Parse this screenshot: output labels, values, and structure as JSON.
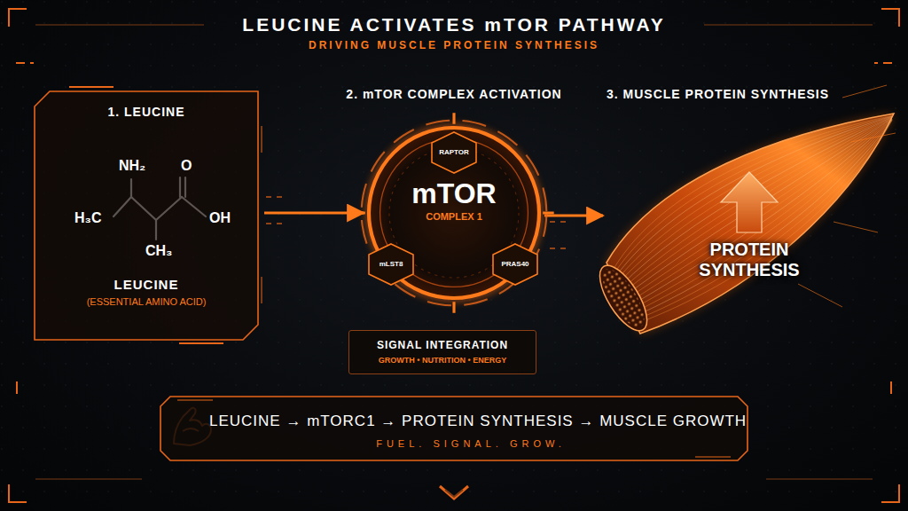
{
  "diagram": {
    "title": "LEUCINE ACTIVATES mTOR PATHWAY",
    "nodes": [
      {
        "text": [
          "1. LEUCINE",
          "LEUCINE",
          "(ESSENTIAL AMINO ACID)"
        ]
      },
      {
        "text": [
          "2. mTOR COMPLEX ACTIVATION",
          "mTOR",
          "COMPLEX 1"
        ]
      },
      {
        "text": [
          "RAPTOR"
        ],
        "in": 1
      },
      {
        "text": [
          "mLST8"
        ],
        "in": 1
      },
      {
        "text": [
          "PRAS40"
        ],
        "in": 1
      },
      {
        "text": [
          "SIGNAL INTEGRATION",
          "GROWTH • NUTRITION • ENERGY"
        ]
      },
      {
        "text": [
          "3. MUSCLE PROTEIN SYNTHESIS",
          "PROTEIN SYNTHESIS"
        ]
      },
      {
        "text": [
          "LEUCINE → mTORC1 → PROTEIN SYNTHESIS → MUSCLE GROWTH",
          "FUEL. SIGNAL. GROW."
        ]
      }
    ],
    "edges": [
      {
        "from": 0,
        "to": 1,
        "arrow": "to"
      },
      {
        "from": 1,
        "to": 6,
        "arrow": "to"
      }
    ],
    "labels": [
      "DRIVING MUSCLE PROTEIN SYNTHESIS",
      "NH₂",
      "O",
      "H₃C",
      "OH",
      "CH₃"
    ]
  }
}
